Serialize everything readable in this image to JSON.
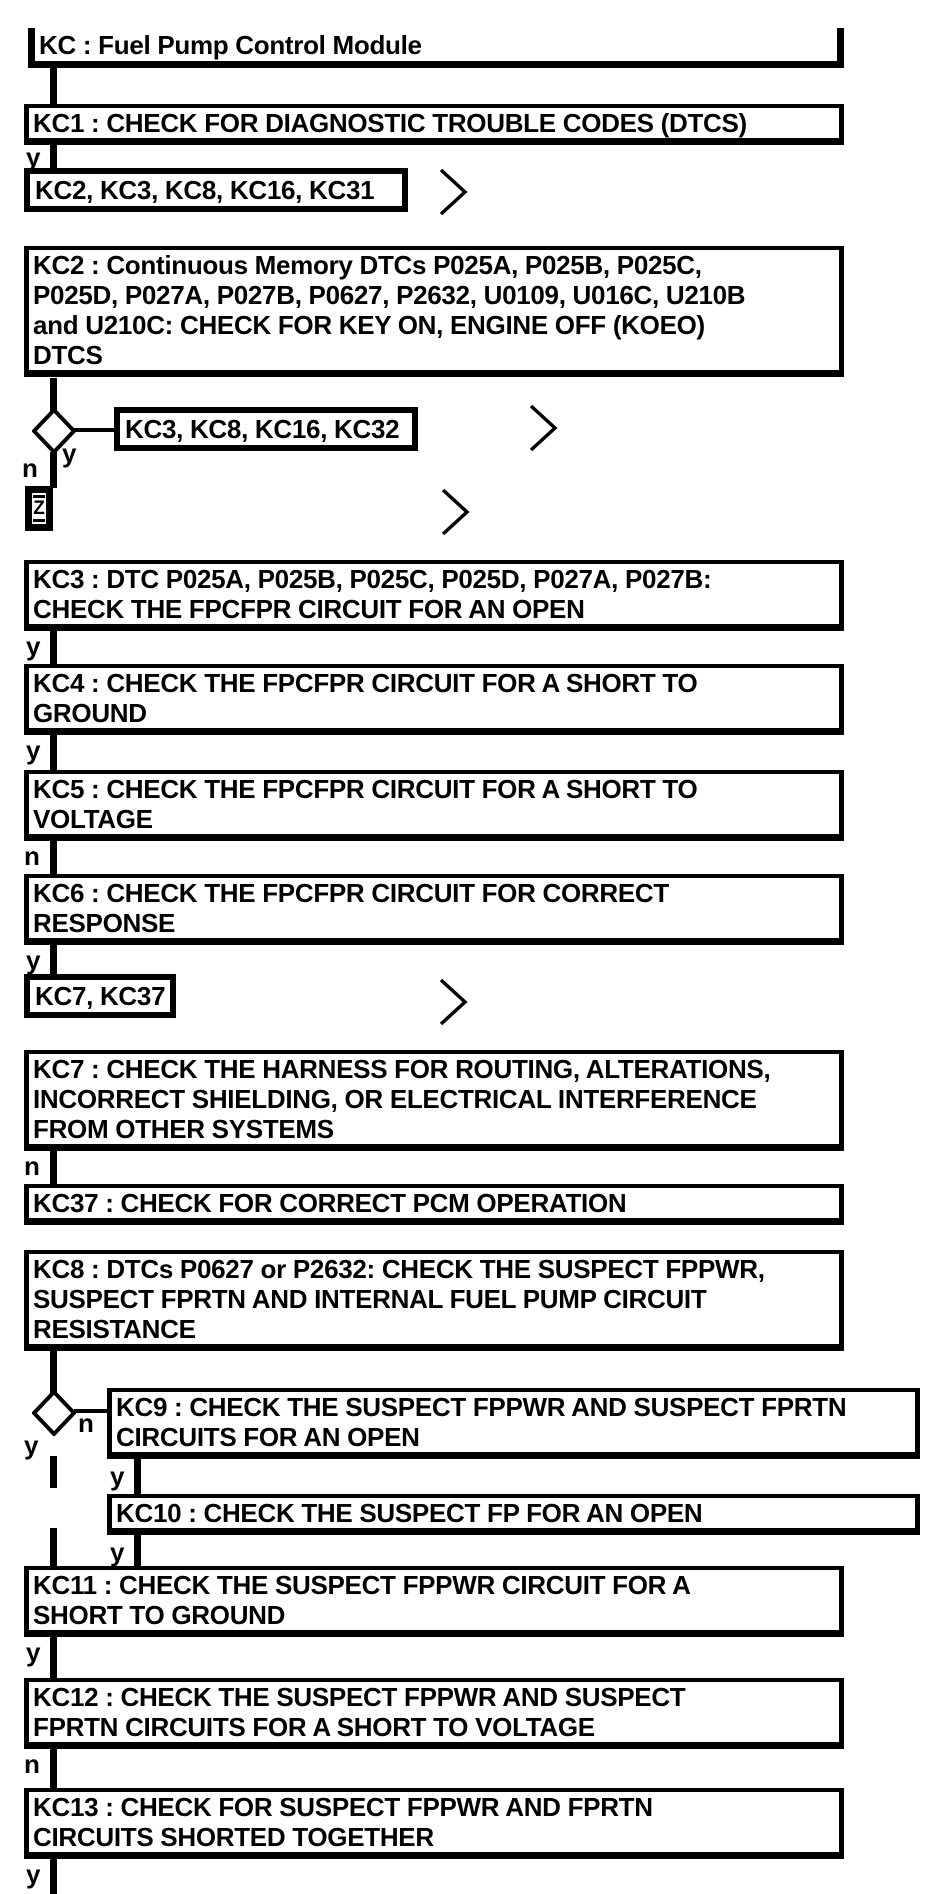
{
  "page": {
    "background": "#ffffff",
    "ink": "#000000"
  },
  "flowchart": {
    "nodes": {
      "kc": "KC : Fuel Pump Control Module",
      "kc1": "KC1 : CHECK FOR DIAGNOSTIC TROUBLE CODES (DTCS)",
      "kc1_link": "KC2, KC3, KC8, KC16, KC31",
      "kc2": "KC2 : Continuous Memory DTCs P025A, P025B, P025C,\nP025D, P027A, P027B, P0627, P2632, U0109, U016C, U210B\nand U210C: CHECK FOR KEY ON, ENGINE OFF (KOEO)\nDTCS",
      "kc2_link": "KC3, KC8, KC16, KC32",
      "z_connector": "Z",
      "kc3": "KC3 : DTC P025A, P025B, P025C, P025D, P027A, P027B:\nCHECK THE FPCFPR CIRCUIT FOR AN OPEN",
      "kc4": "KC4 : CHECK THE FPCFPR CIRCUIT FOR A SHORT TO\nGROUND",
      "kc5": "KC5 : CHECK THE FPCFPR CIRCUIT FOR A SHORT TO\nVOLTAGE",
      "kc6": "KC6 : CHECK THE FPCFPR CIRCUIT FOR CORRECT\nRESPONSE",
      "kc6_link": "KC7, KC37",
      "kc7": "KC7 : CHECK THE HARNESS FOR ROUTING, ALTERATIONS,\nINCORRECT SHIELDING, OR ELECTRICAL INTERFERENCE\nFROM OTHER SYSTEMS",
      "kc37": "KC37 : CHECK FOR CORRECT PCM OPERATION",
      "kc8": "KC8 : DTCs P0627 or P2632: CHECK THE SUSPECT FPPWR,\nSUSPECT FPRTN AND INTERNAL FUEL PUMP CIRCUIT\nRESISTANCE",
      "kc9": "KC9 : CHECK THE SUSPECT FPPWR AND SUSPECT FPRTN\nCIRCUITS FOR AN OPEN",
      "kc10": "KC10 : CHECK THE SUSPECT FP FOR AN OPEN",
      "kc11": "KC11 : CHECK THE SUSPECT FPPWR CIRCUIT FOR A\nSHORT TO GROUND",
      "kc12": "KC12 : CHECK THE SUSPECT FPPWR AND SUSPECT\nFPRTN CIRCUITS FOR A SHORT TO VOLTAGE",
      "kc13": "KC13 : CHECK FOR SUSPECT FPPWR AND FPRTN\nCIRCUITS SHORTED TOGETHER"
    },
    "branch_labels": {
      "kc1_out": "y",
      "d1_yes": "y",
      "d1_no": "n",
      "kc3_out": "y",
      "kc4_out": "y",
      "kc5_out": "n",
      "kc6_out": "y",
      "kc7_out": "n",
      "d2_no": "n",
      "d2_yes": "y",
      "kc9_out": "y",
      "kc10_out": "y",
      "kc11_out": "y",
      "kc12_out": "n",
      "kc13_out": "y"
    }
  }
}
